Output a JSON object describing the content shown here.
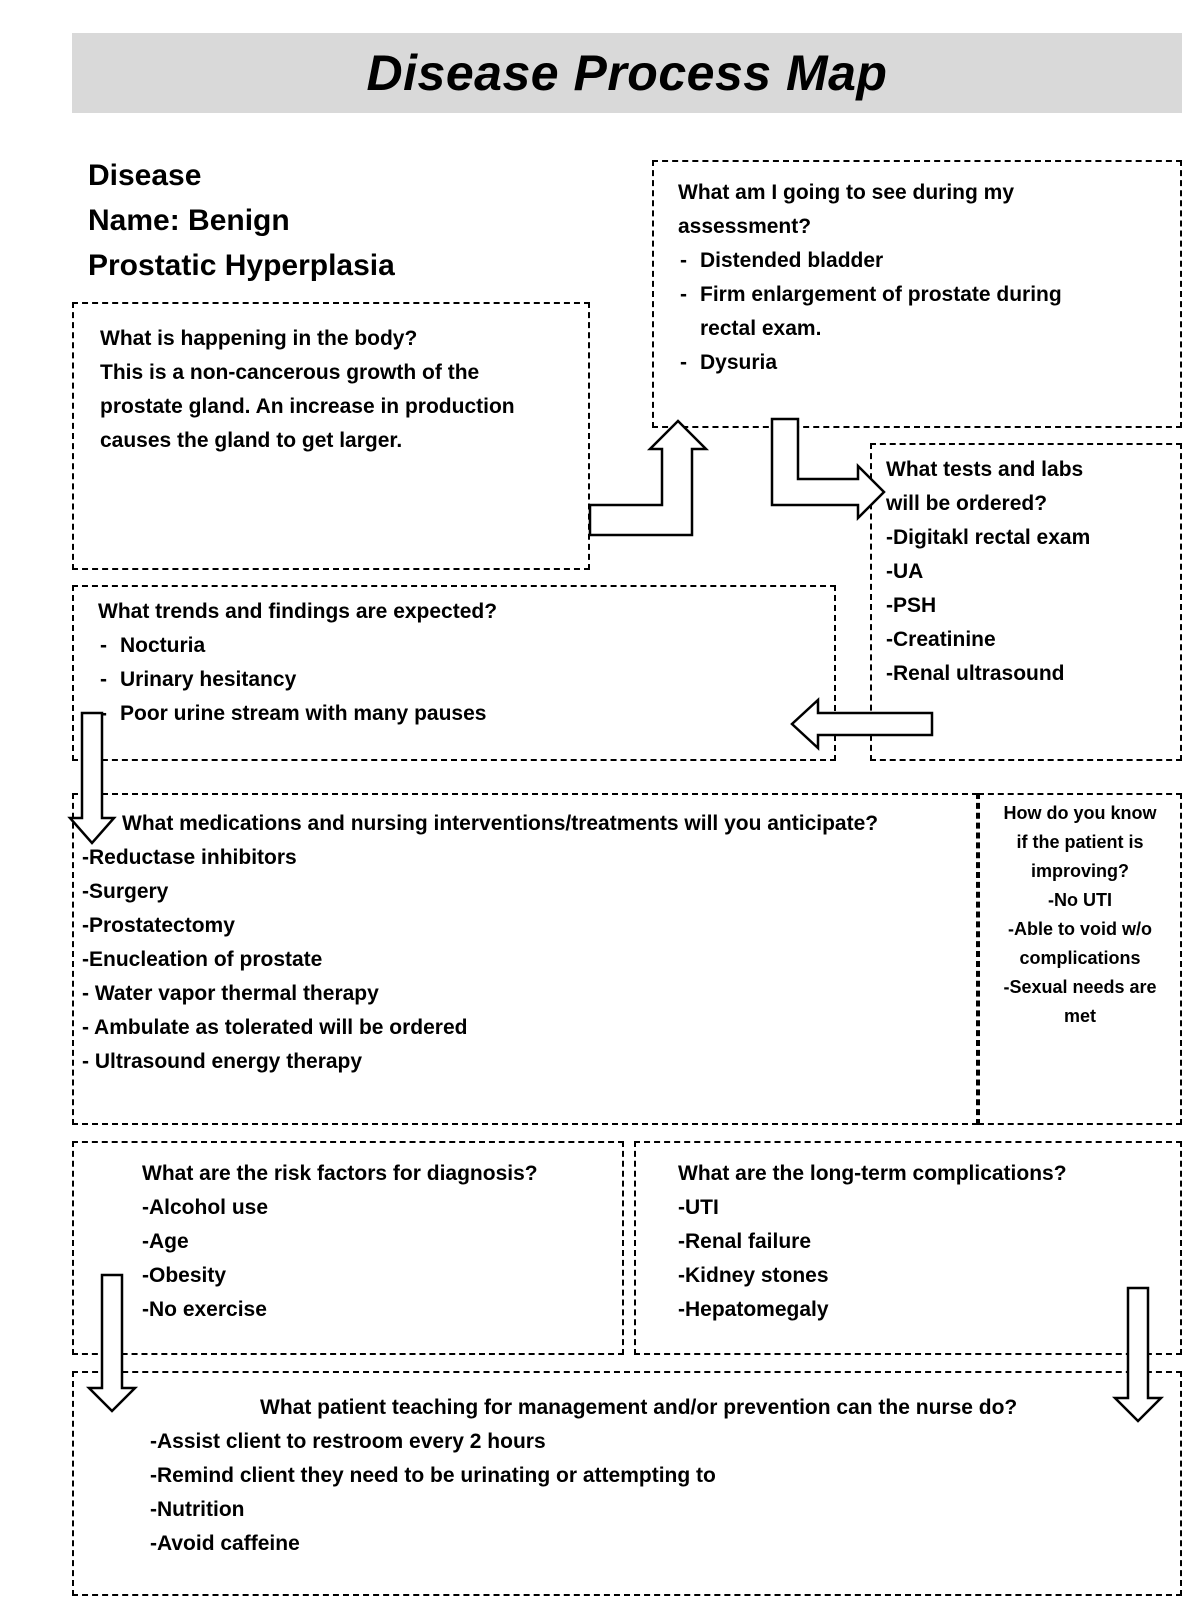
{
  "title": "Disease Process Map",
  "disease": {
    "line1": "Disease",
    "line2": "Name: Benign",
    "line3": "Prostatic Hyperplasia"
  },
  "body_box": {
    "heading": "What is happening in the body?",
    "text": "This is a non-cancerous growth of the prostate gland. An increase in production causes the gland to get larger."
  },
  "assessment_box": {
    "heading": "What am I going to see during my assessment?",
    "items": [
      "Distended bladder",
      "Firm enlargement of prostate during rectal exam.",
      "Dysuria"
    ]
  },
  "tests_box": {
    "heading": "What tests and labs will be ordered?",
    "items": [
      "-Digitakl rectal exam",
      "-UA",
      "-PSH",
      "-Creatinine",
      "-Renal ultrasound"
    ]
  },
  "trends_box": {
    "heading": "What trends and findings are expected?",
    "items": [
      "Nocturia",
      "Urinary hesitancy",
      "Poor urine stream with many pauses"
    ]
  },
  "meds_box": {
    "heading": "What medications and nursing interventions/treatments will you anticipate?",
    "items": [
      "-Reductase inhibitors",
      "-Surgery",
      "-Prostatectomy",
      "-Enucleation of prostate",
      "- Water vapor thermal therapy",
      "- Ambulate as tolerated will be ordered",
      "-  Ultrasound energy therapy"
    ]
  },
  "improve_box": {
    "lines": [
      "How do you know",
      "if the patient is",
      "improving?",
      "-No UTI",
      "-Able to void w/o",
      "complications",
      "-Sexual needs are",
      "met"
    ]
  },
  "risk_box": {
    "heading": "What are the risk factors for diagnosis?",
    "items": [
      "-Alcohol use",
      "-Age",
      "-Obesity",
      "-No exercise"
    ]
  },
  "complications_box": {
    "heading": "What are the long-term complications?",
    "items": [
      "-UTI",
      "-Renal failure",
      "-Kidney stones",
      "-Hepatomegaly"
    ]
  },
  "teaching_box": {
    "heading": "What patient teaching for management and/or prevention can the nurse do?",
    "items": [
      "-Assist client to restroom every 2 hours",
      "-Remind client they need to be urinating or attempting to",
      "-Nutrition",
      "-Avoid caffeine"
    ]
  }
}
